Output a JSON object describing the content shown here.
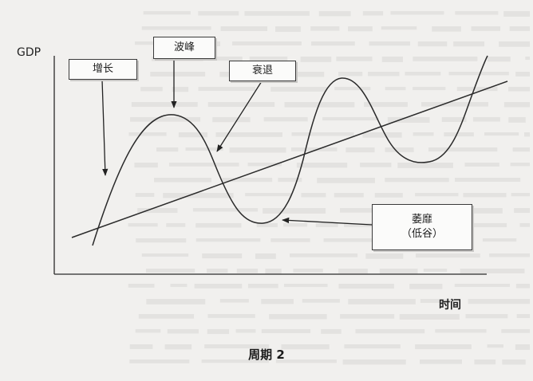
{
  "diagram": {
    "y_axis_label": "GDP",
    "x_axis_label": "时间",
    "phases": {
      "growth": "增长",
      "peak": "波峰",
      "recession": "衰退",
      "trough_line1": "萎靡",
      "trough_line2": "（低谷）"
    },
    "caption": "周期 2"
  }
}
